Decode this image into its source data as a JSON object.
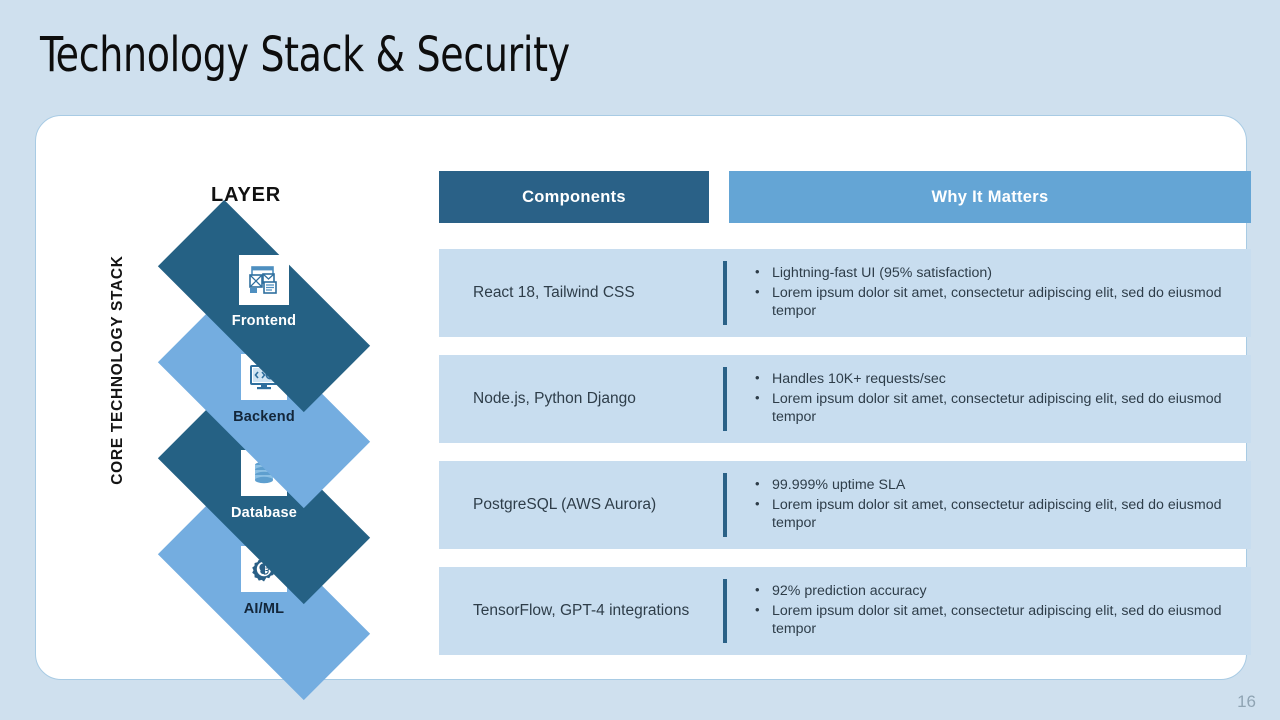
{
  "slide": {
    "title": "Technology Stack & Security",
    "page_number": "16",
    "background_color": "#cfe0ee",
    "card_color": "#ffffff"
  },
  "diagram": {
    "vertical_label": "CORE TECHNOLOGY STACK",
    "heading": "LAYER",
    "layers": [
      {
        "label": "Frontend",
        "icon": "wireframe-layout-icon",
        "color": "#256184",
        "text_color": "#ffffff"
      },
      {
        "label": "Backend",
        "icon": "monitor-code-gear-icon",
        "color": "#74ade0",
        "text_color": "#13263a"
      },
      {
        "label": "Database",
        "icon": "database-cylinder-icon",
        "color": "#256184",
        "text_color": "#ffffff"
      },
      {
        "label": "AI/ML",
        "icon": "gear-brain-icon",
        "color": "#74ade0",
        "text_color": "#13263a"
      }
    ]
  },
  "table": {
    "headers": {
      "components": "Components",
      "why": "Why It Matters",
      "components_color": "#2a6187",
      "why_color": "#64a5d5"
    },
    "row_color": "#c8ddef",
    "accent_color": "#2a6187",
    "rows": [
      {
        "component": "React 18, Tailwind CSS",
        "bullets": [
          "Lightning-fast UI (95% satisfaction)",
          "Lorem ipsum dolor sit amet, consectetur adipiscing elit, sed do eiusmod tempor"
        ]
      },
      {
        "component": "Node.js, Python Django",
        "bullets": [
          "Handles 10K+ requests/sec",
          "Lorem ipsum dolor sit amet, consectetur adipiscing elit, sed do eiusmod tempor"
        ]
      },
      {
        "component": "PostgreSQL (AWS Aurora)",
        "bullets": [
          "99.999% uptime SLA",
          "Lorem ipsum dolor sit amet, consectetur adipiscing elit, sed do eiusmod tempor"
        ]
      },
      {
        "component": "TensorFlow, GPT-4 integrations",
        "bullets": [
          "92% prediction accuracy",
          "Lorem ipsum dolor sit amet, consectetur adipiscing elit, sed do eiusmod tempor"
        ]
      }
    ]
  }
}
